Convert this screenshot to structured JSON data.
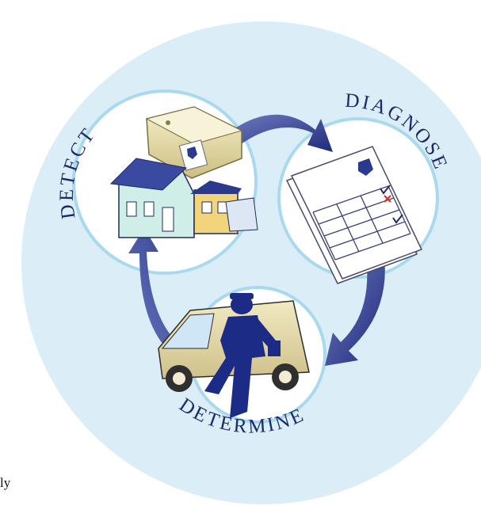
{
  "diagram": {
    "stages": [
      {
        "id": "detect",
        "label": "DETECT"
      },
      {
        "id": "diagnose",
        "label": "DIAGNOSE"
      },
      {
        "id": "determine",
        "label": "DETERMINE"
      }
    ],
    "corner_text": "ly",
    "colors": {
      "backdrop": "#dbeef7",
      "ring": "#a9d9ee",
      "arrow": "#2c3a8c",
      "label": "#1a2a6c",
      "figure": "#1c2b86"
    }
  }
}
